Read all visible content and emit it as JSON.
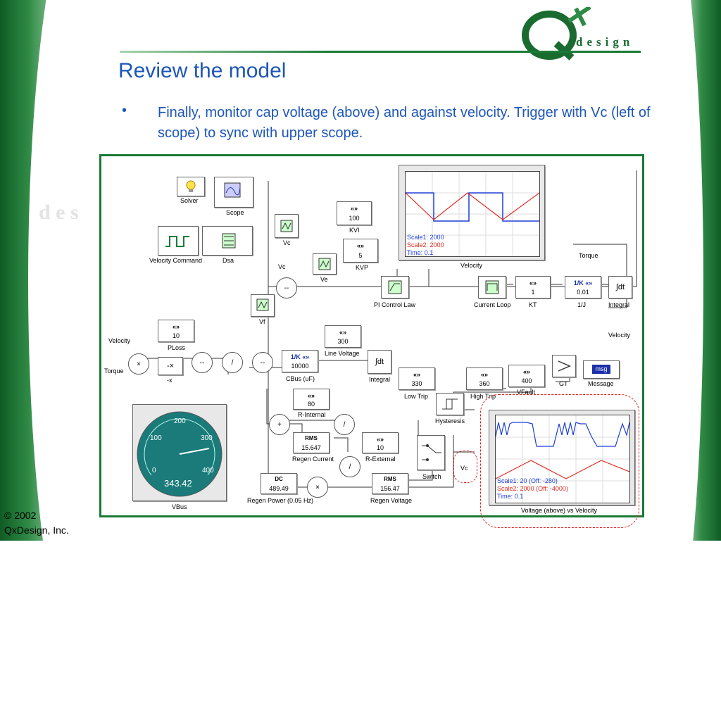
{
  "slide": {
    "title": "Review the model",
    "bullet": "Finally, monitor cap voltage (above) and against velocity.  Trigger with Vc (left of scope) to sync with upper scope.",
    "copyright_line1": "© 2002",
    "copyright_line2": "QxDesign, Inc.",
    "logo_letters": "design",
    "watermark": "d e s"
  },
  "model": {
    "solver": "Solver",
    "scope": "Scope",
    "velocity_command": "Velocity Command",
    "dsa": "Dsa",
    "vc_block": "Vc",
    "vc_label": "Vc",
    "ve": "Ve",
    "vf": "Vf",
    "kvi": {
      "label": "KVI",
      "value": "100"
    },
    "kvp": {
      "label": "KVP",
      "value": "5"
    },
    "pi_control_law": "PI Control Law",
    "current_loop": "Current Loop",
    "kt": {
      "label": "KT",
      "value": "1"
    },
    "inv_j": {
      "label": "1/J",
      "value": "0.01"
    },
    "integral_top": "Integral",
    "torque_out": "Torque",
    "velocity_out": "Velocity",
    "velocity_in": "Velocity",
    "torque_in": "Torque",
    "ploss": {
      "label": "PLoss",
      "value": "10"
    },
    "neg_x": "-x",
    "line_voltage": {
      "label": "Line Voltage",
      "value": "300"
    },
    "cbus": {
      "label": "CBus (uF)",
      "value": "10000"
    },
    "integral_mid": "Integral",
    "low_trip": {
      "label": "Low Trip",
      "value": "330"
    },
    "high_trip": {
      "label": "High Trip",
      "value": "360"
    },
    "hysteresis": "Hysteresis",
    "vfault": {
      "label": "VFault",
      "value": "400"
    },
    "gt": "GT",
    "message": "Message",
    "msg_btn": "msg",
    "r_internal": {
      "label": "R-Internal",
      "value": "80"
    },
    "r_external": {
      "label": "R-External",
      "value": "10"
    },
    "regen_current": {
      "label": "Regen Current",
      "value": "15.647",
      "mode": "RMS"
    },
    "regen_power": {
      "label": "Regen Power (0.05 Hz)",
      "value": "489.49",
      "mode": "DC"
    },
    "regen_voltage": {
      "label": "Regen Voltage",
      "value": "156.47",
      "mode": "RMS"
    },
    "switch": "Switch",
    "vbus": {
      "label": "VBus",
      "value": "343.42",
      "ticks": [
        "0",
        "100",
        "200",
        "300",
        "400"
      ]
    },
    "vc_small": "Vc",
    "velocity_scope": {
      "label": "Velocity",
      "scale1_label": "Scale1:",
      "scale1": "2000",
      "scale2_label": "Scale2:",
      "scale2": "2000",
      "time_label": "Time:",
      "time": "0.1"
    },
    "va_scope": {
      "label": "Voltage (above) vs Velocity",
      "scale1_label": "Scale1:",
      "scale1": "20 (Off:",
      "off1": "-280)",
      "scale2_label": "Scale2:",
      "scale2": "2000 (Off:",
      "off2": "-4000)",
      "time_label": "Time:",
      "time": "0.1"
    }
  },
  "colors": {
    "title": "#1d56b8",
    "frame": "#1a7a35",
    "trace_blue": "#1f3fd6",
    "trace_red": "#e02a20",
    "gauge": "#1b7a7a"
  },
  "icons": [
    "bulb-icon",
    "scope-icon",
    "square-wave-icon",
    "integral-icon",
    "comparator-icon",
    "hysteresis-icon",
    "switch-icon",
    "gauge-icon"
  ]
}
